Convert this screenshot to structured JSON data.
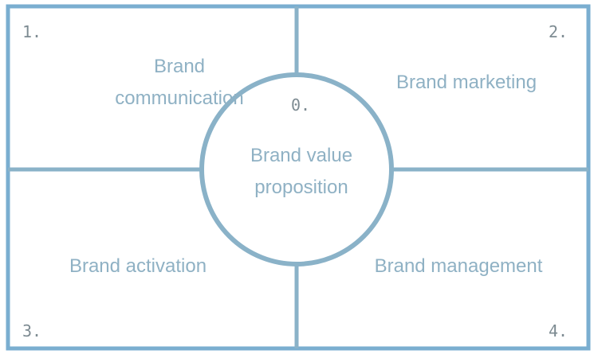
{
  "quadrants": [
    {
      "number": "1.",
      "label_line1": "Brand",
      "label_line2": "communication"
    },
    {
      "number": "2.",
      "label": "Brand marketing"
    },
    {
      "number": "3.",
      "label": "Brand activation"
    },
    {
      "number": "4.",
      "label": "Brand management"
    }
  ],
  "center": {
    "number": "0.",
    "label_line1": "Brand value",
    "label_line2": "proposition"
  },
  "colors": {
    "frame": "#7aaed0",
    "lines": "#8ab2c8",
    "text": "#8fb1c4",
    "numbers": "#7d8b92"
  }
}
